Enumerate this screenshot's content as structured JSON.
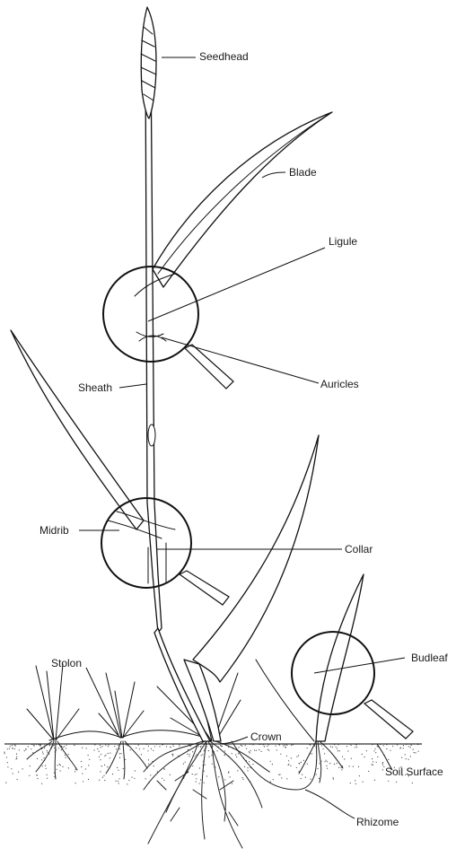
{
  "diagram": {
    "labels": {
      "seedhead": "Seedhead",
      "blade": "Blade",
      "ligule": "Ligule",
      "auricles": "Auricles",
      "sheath": "Sheath",
      "midrib": "Midrib",
      "collar": "Collar",
      "budleaf": "Budleaf",
      "stolon": "Stolon",
      "crown": "Crown",
      "soil_surface": "Soil Surface",
      "rhizome": "Rhizome"
    }
  }
}
